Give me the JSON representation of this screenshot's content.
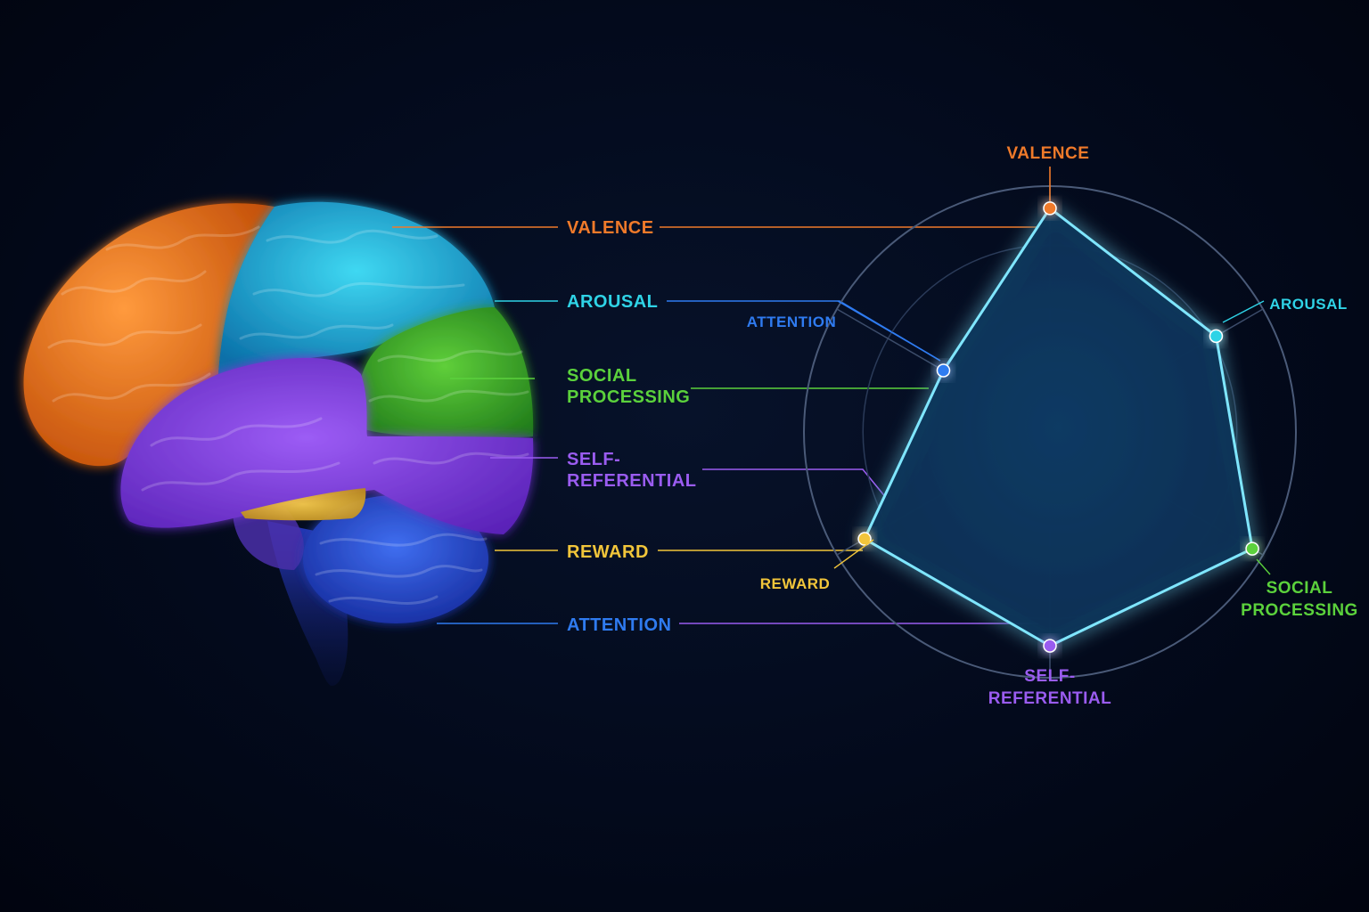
{
  "brain_labels": [
    {
      "id": "valence",
      "lines": [
        "VALENCE"
      ],
      "color": "#f07a2a"
    },
    {
      "id": "arousal",
      "lines": [
        "AROUSAL"
      ],
      "color": "#2fd3e6"
    },
    {
      "id": "social",
      "lines": [
        "SOCIAL",
        "PROCESSING"
      ],
      "color": "#5bd13c"
    },
    {
      "id": "self",
      "lines": [
        "SELF-",
        "REFERENTIAL"
      ],
      "color": "#9a5cf0"
    },
    {
      "id": "reward",
      "lines": [
        "REWARD"
      ],
      "color": "#f2c53a"
    },
    {
      "id": "attention",
      "lines": [
        "ATTENTION"
      ],
      "color": "#2f7bf0"
    }
  ],
  "chart_data": {
    "type": "radar",
    "axes": [
      {
        "id": "valence",
        "lines": [
          "VALENCE"
        ],
        "color": "#f07a2a",
        "value": 0.91
      },
      {
        "id": "arousal",
        "lines": [
          "AROUSAL"
        ],
        "color": "#2fd3e6",
        "value": 0.78
      },
      {
        "id": "social",
        "lines": [
          "SOCIAL",
          "PROCESSING"
        ],
        "color": "#5bd13c",
        "value": 0.95
      },
      {
        "id": "self",
        "lines": [
          "SELF-",
          "REFERENTIAL"
        ],
        "color": "#9a5cf0",
        "value": 0.87
      },
      {
        "id": "reward",
        "lines": [
          "REWARD"
        ],
        "color": "#f2c53a",
        "value": 0.87
      },
      {
        "id": "attention",
        "lines": [
          "ATTENTION"
        ],
        "color": "#2f7bf0",
        "value": 0.5
      }
    ],
    "range": [
      0,
      1
    ],
    "grid_rings": 4,
    "line_color": "#7fe6ff"
  }
}
